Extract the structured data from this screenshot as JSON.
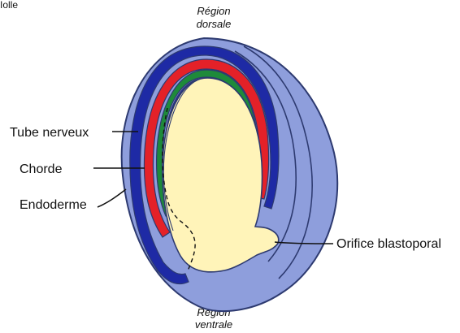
{
  "diagram": {
    "corner_text": "Iolle",
    "region_top": {
      "line1": "Région",
      "line2": "dorsale"
    },
    "region_bottom": {
      "line1": "Région",
      "line2": "ventrale"
    },
    "labels": {
      "tube_nerveux": "Tube nerveux",
      "chorde": "Chorde",
      "endoderme": "Endoderme",
      "orifice": "Orifice blastoporal"
    },
    "colors": {
      "outer_layer": "#8E9EDC",
      "outline": "#2D3A70",
      "blue_layer": "#1E2AA5",
      "red_layer": "#E42128",
      "green_layer": "#1E8A3A",
      "yolk": "#FFF4B9"
    }
  }
}
